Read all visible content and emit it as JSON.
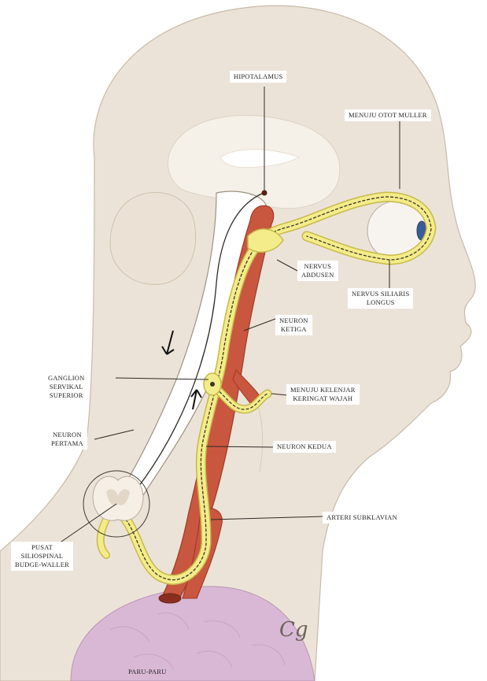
{
  "labels": {
    "hipotalamus": "HIPOTALAMUS",
    "otot_muller": "MENUJU OTOT MULLER",
    "nervus_abdusen": "NERVUS\nABDUSEN",
    "nervus_siliaris": "NERVUS SILIARIS\nLONGUS",
    "neuron_ketiga": "NEURON\nKETIGA",
    "ganglion": "GANGLION\nSERVIKAL\nSUPERIOR",
    "kelenjar": "MENUJU KELENJAR\nKERINGAT WAJAH",
    "neuron_pertama": "NEURON\nPERTAMA",
    "neuron_kedua": "NEURON KEDUA",
    "arteri": "ARTERI SUBKLAVIAN",
    "pusat": "PUSAT\nSILIOSPINAL\nBUDGE-WALLER",
    "paru": "PARU-PARU"
  },
  "signature": "Cg",
  "colors": {
    "skin": "#ece3d8",
    "skin_outline": "#b9ab9a",
    "brain": "#f3ede5",
    "artery": "#c9573f",
    "artery_dark": "#9e3a27",
    "nerve": "#f4ec8a",
    "nerve_outline": "#c7b94a",
    "lung": "#d9b8d6",
    "iris": "#3a5d9a"
  }
}
